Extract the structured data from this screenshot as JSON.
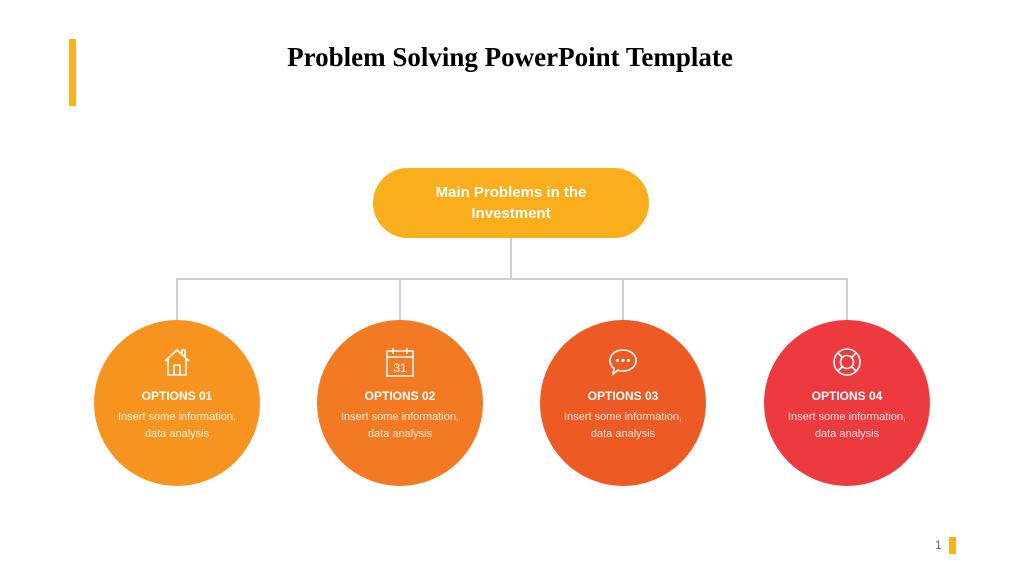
{
  "slide": {
    "title": "Problem Solving PowerPoint Template",
    "page_number": "1",
    "accent_color": "#FBB11C"
  },
  "main_node": {
    "label": "Main Problems in the Investment",
    "color": "#FBAE1B"
  },
  "options": [
    {
      "label": "OPTIONS 01",
      "desc_line1": "Insert some information,",
      "desc_line2": "data  analysis",
      "icon": "house-icon",
      "color": "#F7941F"
    },
    {
      "label": "OPTIONS 02",
      "desc_line1": "Insert some information,",
      "desc_line2": "data  analysis",
      "icon": "calendar-icon",
      "icon_text": "31",
      "color": "#F37A23"
    },
    {
      "label": "OPTIONS 03",
      "desc_line1": "Insert some information,",
      "desc_line2": "data  analysis",
      "icon": "chat-bubble-icon",
      "color": "#EE5A24"
    },
    {
      "label": "OPTIONS 04",
      "desc_line1": "Insert some information,",
      "desc_line2": "data  analysis",
      "icon": "lifebuoy-icon",
      "color": "#EC3A3F"
    }
  ]
}
